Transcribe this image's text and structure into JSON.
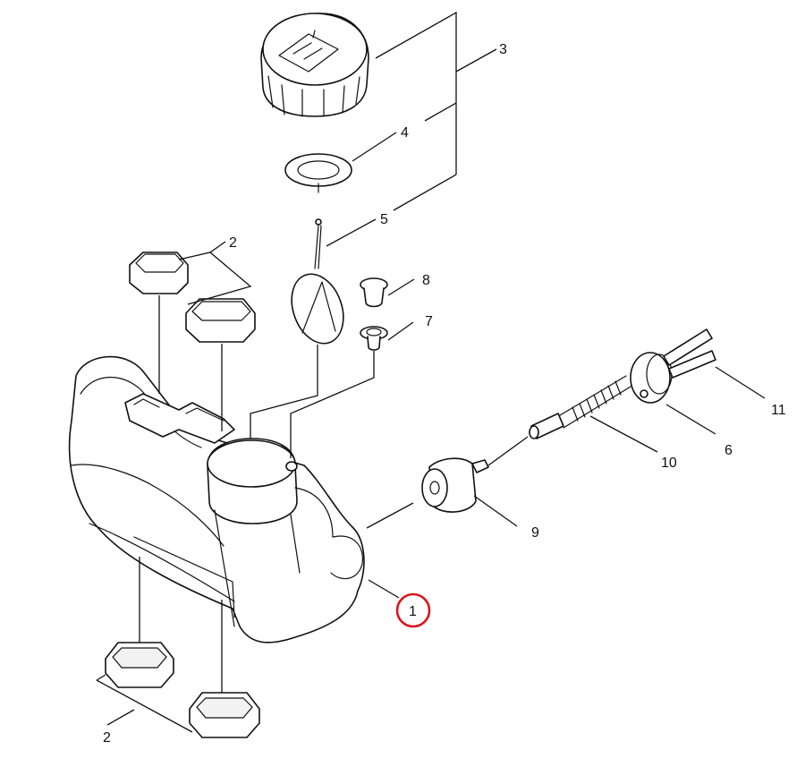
{
  "callouts": {
    "c1": "1",
    "c2_top": "2",
    "c2_bottom": "2",
    "c3": "3",
    "c4": "4",
    "c5": "5",
    "c6": "6",
    "c7": "7",
    "c8": "8",
    "c9": "9",
    "c10": "10",
    "c11": "11"
  },
  "highlight": {
    "callout": "1",
    "color": "#d9161c"
  },
  "colors": {
    "line": "#111111",
    "background": "#ffffff"
  }
}
